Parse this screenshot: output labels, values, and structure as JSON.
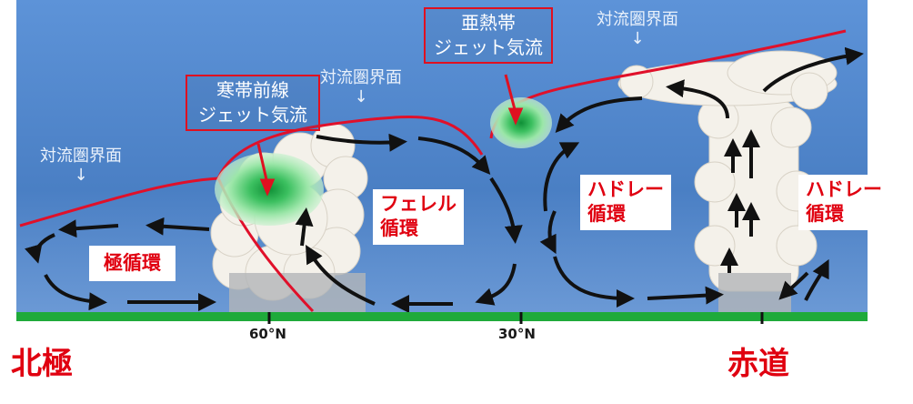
{
  "labels": {
    "tropopause": "対流圏界面",
    "polar_jet": [
      "寒帯前線",
      "ジェット気流"
    ],
    "subtropical_jet": [
      "亜熱帯",
      "ジェット気流"
    ],
    "polar_cell": "極循環",
    "ferrel_cell": [
      "フェレル",
      "循環"
    ],
    "hadley_cell": [
      "ハドレー",
      "循環"
    ],
    "lat_60": "60°N",
    "lat_30": "30°N",
    "north_pole": "北極",
    "equator": "赤道"
  },
  "colors": {
    "sky_top": "#5a8ed4",
    "sky_bottom": "#3f6fb6",
    "tropopause_line": "#e0102a",
    "ground": "#1faa3a",
    "jet_core": "#19a84a",
    "label_red": "#e00010"
  }
}
